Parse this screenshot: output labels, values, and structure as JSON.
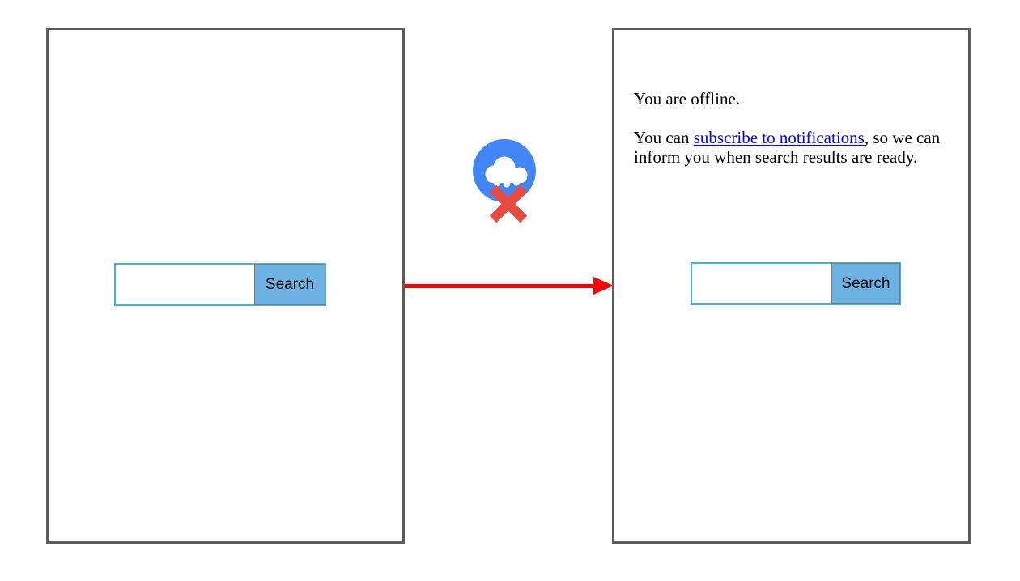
{
  "diagram": {
    "title_hint": "offline search flow",
    "left_panel": {
      "search": {
        "input_value": "",
        "button_label": "Search"
      }
    },
    "right_panel": {
      "message": {
        "line1": "You are offline.",
        "para2_prefix": "You can ",
        "link_text": "subscribe to notifications",
        "para2_suffix": ", so we can inform you when search results are ready."
      },
      "search": {
        "input_value": "",
        "button_label": "Search"
      }
    },
    "icons": {
      "offline_icon": "cloud-with-red-x"
    },
    "colors": {
      "frame_border": "#5c5c5c",
      "arrow_red": "#fa0000",
      "cloud_circle_blue": "#4285f4",
      "cross_red": "#e84a3f",
      "input_border_cyan": "#3db9d8",
      "button_blue": "#6cb3e3",
      "button_border_gray": "#7a7a7a",
      "link_blue": "#0000ee",
      "text_black": "#000000"
    }
  }
}
